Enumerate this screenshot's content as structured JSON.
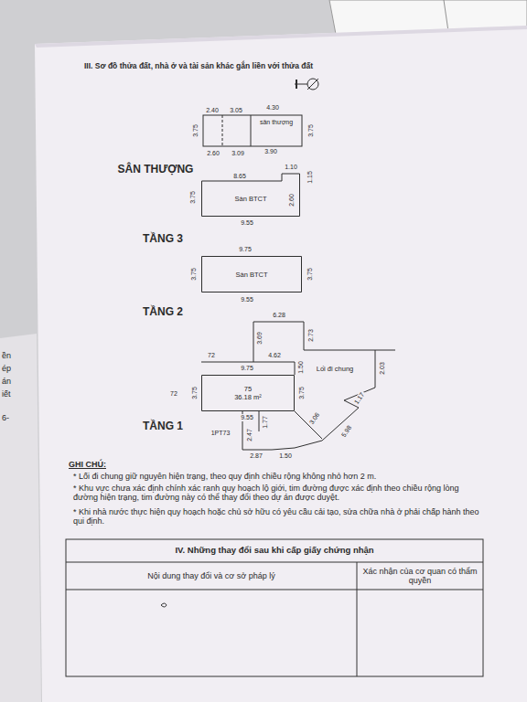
{
  "diagram": {
    "title": "III. Sơ đồ thửa đất, nhà ở và tài sản khác gắn liền với thửa đất",
    "nodes": [
      {
        "text": [
          "sân thượng"
        ]
      },
      {
        "text": [
          "Sàn BTCT"
        ]
      },
      {
        "text": [
          "Sàn BTCT"
        ]
      },
      {
        "text": [
          "75",
          "36.18 m²"
        ]
      }
    ],
    "labels": [
      "SÂN THƯỢNG",
      "2.40",
      "3.05",
      "4.30",
      "3.75",
      "3.75",
      "2.60",
      "3.09",
      "3.90",
      "8.65",
      "1.10",
      "1.15",
      "2.60",
      "3.75",
      "9.55",
      "TẦNG 3",
      "9.75",
      "3.75",
      "3.75",
      "9.55",
      "TẦNG 2",
      "6.28",
      "3.69",
      "2.73",
      "4.62",
      "72",
      "9.75",
      "1.50",
      "Lối đi chung",
      "2.03",
      "72",
      "3.75",
      "3.75",
      "1.17",
      "9.55",
      "1.77",
      "3.06",
      "5.98",
      "TẦNG 1",
      "1PT73",
      "2.47",
      "2.87",
      "1.50",
      "GHI CHÚ:",
      "* Lối đi chung giữ nguyên hiện trạng, theo quy định chiều rộng không nhỏ hơn 2 m.",
      "* Khu vực chưa xác định chính xác ranh quy hoạch lộ giới, tim đường được xác định theo chiều rộng lòng đường hiện trạng, tim đường này có thể thay đổi theo dự án được duyệt.",
      "* Khi nhà nước thực hiện quy hoạch hoặc chủ sở hữu có yêu cầu cải tạo, sửa chữa nhà ở phải chấp hành theo qui định.",
      "IV. Những thay đổi sau khi cấp giấy chứng nhận",
      "Nội dung thay đổi và cơ sở pháp lý",
      "Xác nhận của cơ quan có thẩm quyền",
      "ền",
      "ép",
      "án",
      "iết",
      "6-"
    ]
  }
}
